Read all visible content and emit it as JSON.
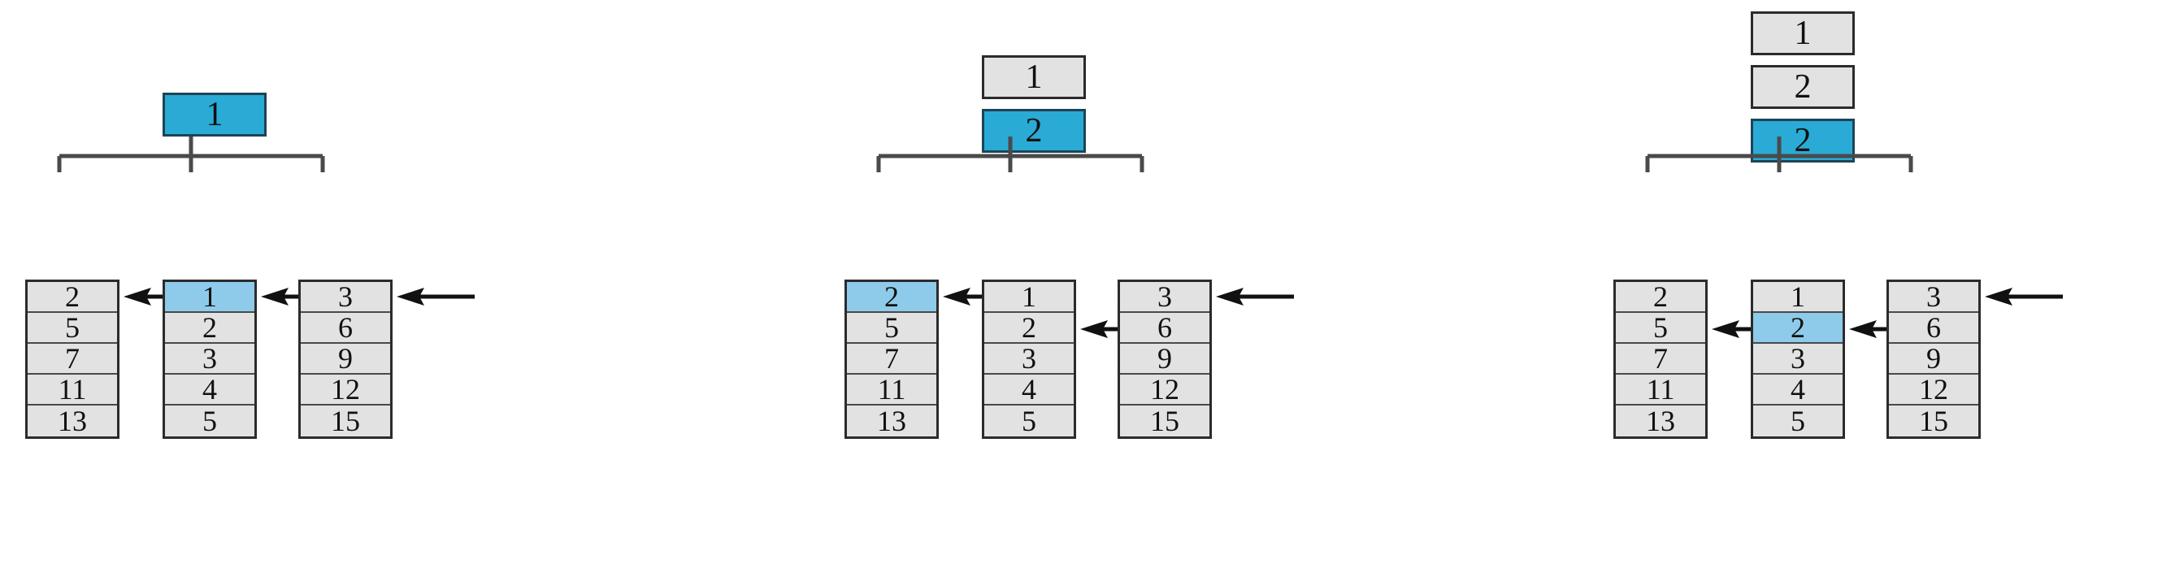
{
  "figure": {
    "title": "",
    "colors": {
      "current_blue": "#29abd6",
      "highlight_blue": "#8ecbea",
      "cell_gray": "#e2e2e2",
      "border_dark": "#2b2b2b",
      "divider_gray": "#4a4a4a",
      "background": "#ffffff"
    }
  },
  "chart_data": {
    "type": "diagram",
    "title": "",
    "description": "Three-stage k-way merge using a tournament/selection tree over three sorted runs.",
    "panels": [
      {
        "id": "stage-1",
        "output": [
          {
            "value": "1",
            "state": "current"
          }
        ],
        "columns": [
          {
            "id": "run-a",
            "cells": [
              "2",
              "5",
              "7",
              "11",
              "13"
            ],
            "highlight_index": -1,
            "pointer_index": 0
          },
          {
            "id": "run-b",
            "cells": [
              "1",
              "2",
              "3",
              "4",
              "5"
            ],
            "highlight_index": 0,
            "pointer_index": 0
          },
          {
            "id": "run-c",
            "cells": [
              "3",
              "6",
              "9",
              "12",
              "15"
            ],
            "highlight_index": -1,
            "pointer_index": 0
          }
        ]
      },
      {
        "id": "stage-2",
        "output": [
          {
            "value": "1",
            "state": "done"
          },
          {
            "value": "2",
            "state": "current"
          }
        ],
        "columns": [
          {
            "id": "run-a",
            "cells": [
              "2",
              "5",
              "7",
              "11",
              "13"
            ],
            "highlight_index": 0,
            "pointer_index": 0
          },
          {
            "id": "run-b",
            "cells": [
              "1",
              "2",
              "3",
              "4",
              "5"
            ],
            "highlight_index": -1,
            "pointer_index": 1
          },
          {
            "id": "run-c",
            "cells": [
              "3",
              "6",
              "9",
              "12",
              "15"
            ],
            "highlight_index": -1,
            "pointer_index": 0
          }
        ]
      },
      {
        "id": "stage-3",
        "output": [
          {
            "value": "1",
            "state": "done"
          },
          {
            "value": "2",
            "state": "done"
          },
          {
            "value": "2",
            "state": "current"
          }
        ],
        "columns": [
          {
            "id": "run-a",
            "cells": [
              "2",
              "5",
              "7",
              "11",
              "13"
            ],
            "highlight_index": -1,
            "pointer_index": 1
          },
          {
            "id": "run-b",
            "cells": [
              "1",
              "2",
              "3",
              "4",
              "5"
            ],
            "highlight_index": 1,
            "pointer_index": 1
          },
          {
            "id": "run-c",
            "cells": [
              "3",
              "6",
              "9",
              "12",
              "15"
            ],
            "highlight_index": -1,
            "pointer_index": 0
          }
        ]
      }
    ]
  },
  "panel1": {
    "out0": "1",
    "colA": {
      "c0": "2",
      "c1": "5",
      "c2": "7",
      "c3": "11",
      "c4": "13"
    },
    "colB": {
      "c0": "1",
      "c1": "2",
      "c2": "3",
      "c3": "4",
      "c4": "5"
    },
    "colC": {
      "c0": "3",
      "c1": "6",
      "c2": "9",
      "c3": "12",
      "c4": "15"
    }
  },
  "panel2": {
    "out0": "1",
    "out1": "2",
    "colA": {
      "c0": "2",
      "c1": "5",
      "c2": "7",
      "c3": "11",
      "c4": "13"
    },
    "colB": {
      "c0": "1",
      "c1": "2",
      "c2": "3",
      "c3": "4",
      "c4": "5"
    },
    "colC": {
      "c0": "3",
      "c1": "6",
      "c2": "9",
      "c3": "12",
      "c4": "15"
    }
  },
  "panel3": {
    "out0": "1",
    "out1": "2",
    "out2": "2",
    "colA": {
      "c0": "2",
      "c1": "5",
      "c2": "7",
      "c3": "11",
      "c4": "13"
    },
    "colB": {
      "c0": "1",
      "c1": "2",
      "c2": "3",
      "c3": "4",
      "c4": "5"
    },
    "colC": {
      "c0": "3",
      "c1": "6",
      "c2": "9",
      "c3": "12",
      "c4": "15"
    }
  }
}
